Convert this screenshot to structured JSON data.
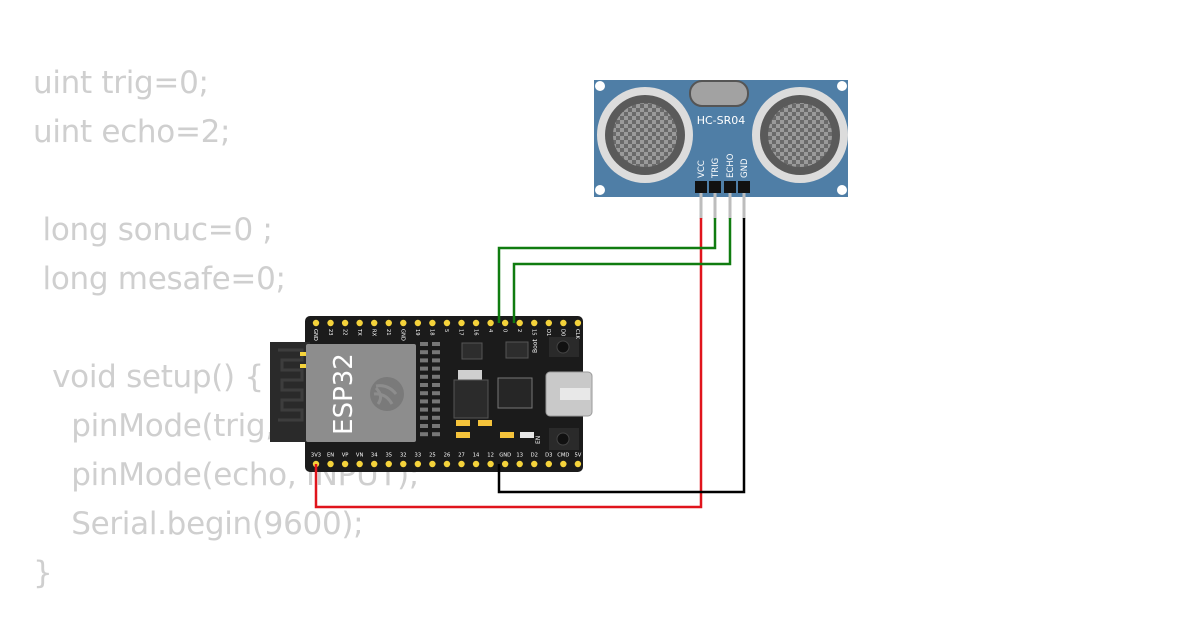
{
  "code": {
    "lines": [
      "uint trig=0;",
      "uint echo=2;",
      "",
      " long sonuc=0 ;",
      " long mesafe=0;",
      "",
      "  void setup() {",
      "    pinMode(trig, OUTPUT);",
      "    pinMode(echo, INPUT);",
      "    Serial.begin(9600);",
      "}"
    ]
  },
  "esp32": {
    "module_label": "ESP32",
    "boot_label": "Boot",
    "en_label": "EN",
    "top_pins": [
      "GND",
      "23",
      "22",
      "TX",
      "RX",
      "21",
      "GND",
      "19",
      "18",
      "5",
      "17",
      "16",
      "4",
      "0",
      "2",
      "15",
      "D1",
      "D0",
      "CLK"
    ],
    "bottom_pins": [
      "3V3",
      "EN",
      "VP",
      "VN",
      "34",
      "35",
      "32",
      "33",
      "25",
      "26",
      "27",
      "14",
      "12",
      "GND",
      "13",
      "D2",
      "D3",
      "CMD",
      "5V"
    ]
  },
  "sensor": {
    "title": "HC-SR04",
    "pins": [
      "VCC",
      "TRIG",
      "ECHO",
      "GND"
    ]
  },
  "colors": {
    "board": "#1b1b1b",
    "pin_pad": "#f5d33b",
    "sensor_board": "#4f7ea6",
    "wire_vcc": "#e0141c",
    "wire_gnd": "#000000",
    "wire_signal": "#107c10",
    "code_text": "#cfcfcf"
  },
  "wires": [
    {
      "name": "VCC",
      "color": "#e0141c"
    },
    {
      "name": "GND",
      "color": "#000000"
    },
    {
      "name": "TRIG",
      "color": "#107c10"
    },
    {
      "name": "ECHO",
      "color": "#107c10"
    }
  ]
}
